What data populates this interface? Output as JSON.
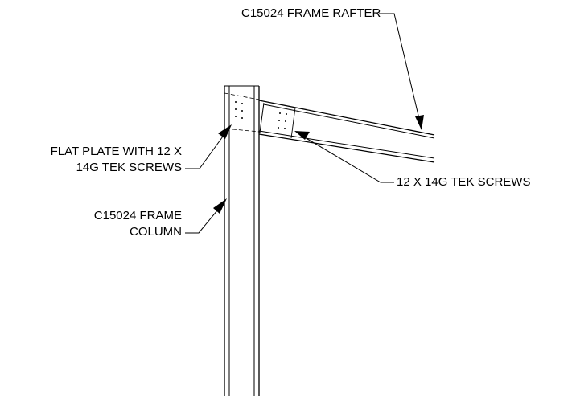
{
  "labels": {
    "rafter": "C15024 FRAME RAFTER",
    "flat_plate_line1": "FLAT PLATE WITH 12 X",
    "flat_plate_line2": "14G TEK SCREWS",
    "screws": "12 X 14G TEK SCREWS",
    "column_line1": "C15024 FRAME",
    "column_line2": "COLUMN"
  },
  "colors": {
    "line": "#000000",
    "background": "#ffffff"
  }
}
